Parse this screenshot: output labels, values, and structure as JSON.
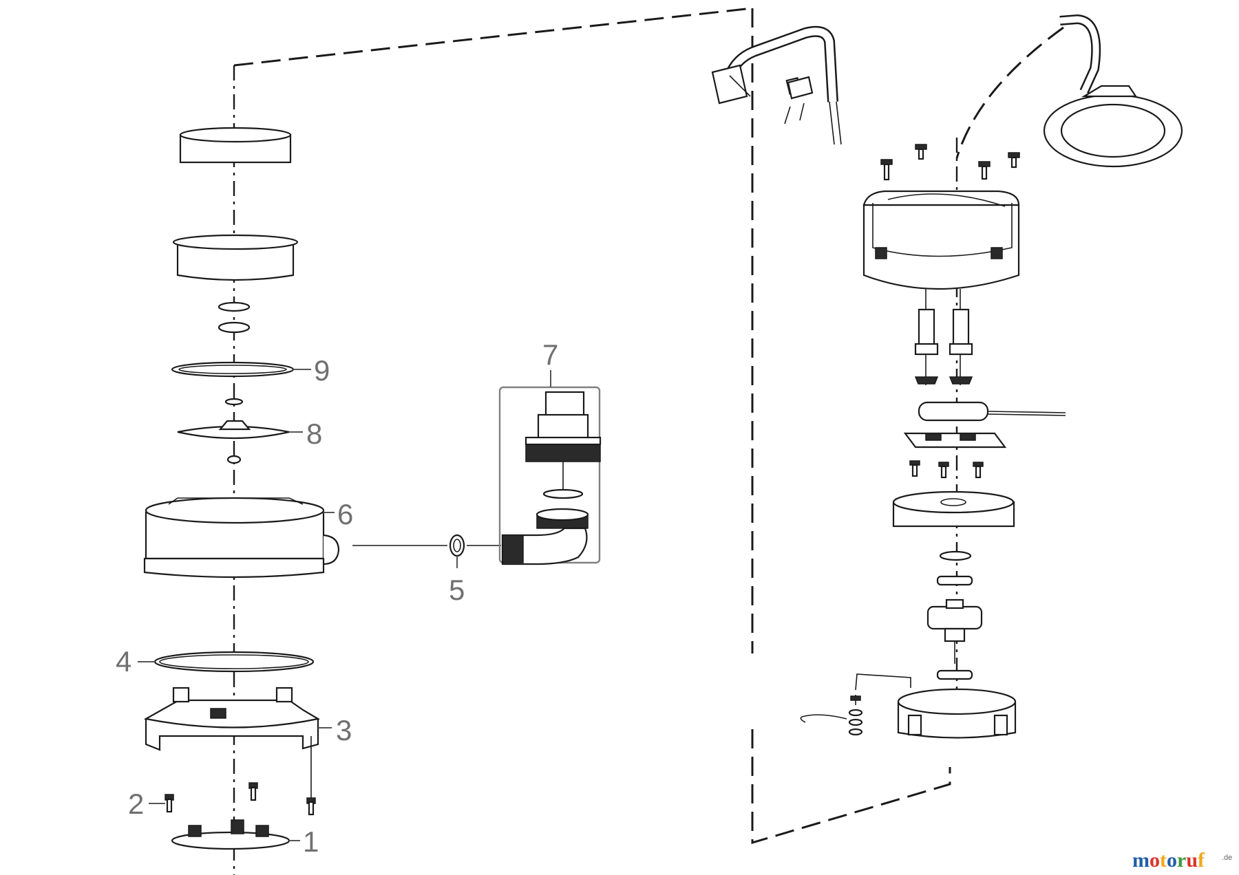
{
  "callouts": [
    "1",
    "2",
    "3",
    "4",
    "5",
    "6",
    "7",
    "8",
    "9"
  ],
  "watermark": {
    "letters": [
      "m",
      "o",
      "t",
      "o",
      "r",
      "u",
      "f"
    ],
    "letter_colors": [
      "#1f5ea8",
      "#d9342b",
      "#f0a81c",
      "#1f5ea8",
      "#3a9a3a",
      "#d9342b",
      "#f0a81c"
    ],
    "suffix": ".de"
  }
}
